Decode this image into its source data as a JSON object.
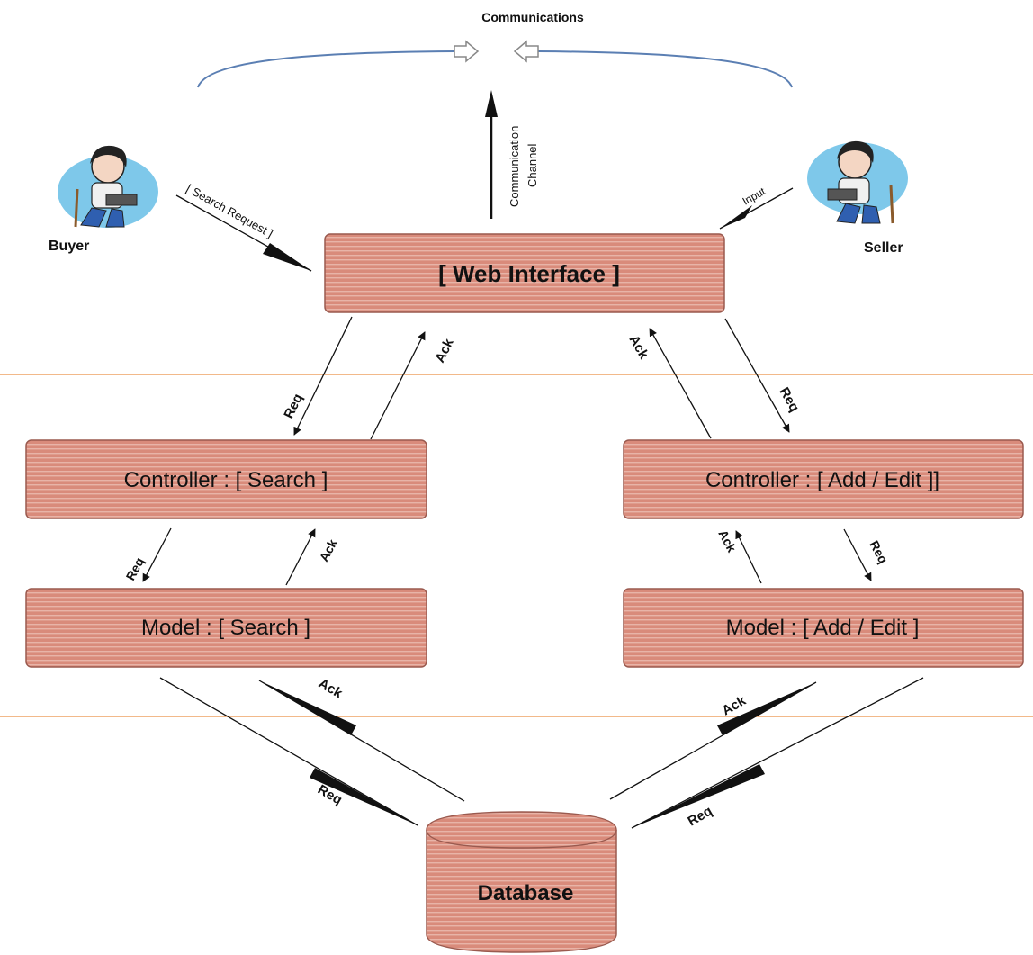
{
  "diagram": {
    "communications": "Communications",
    "communication_channel_line1": "Communication",
    "communication_channel_line2": "Channel",
    "buyer": "Buyer",
    "seller": "Seller",
    "search_request": "[ Search Request ]",
    "input": "Input",
    "web_interface": "[ Web Interface ]",
    "controller_search": "Controller : [ Search ]",
    "controller_add_edit": "Controller : [ Add / Edit ]]",
    "model_search": "Model : [ Search ]",
    "model_add_edit": "Model : [ Add / Edit ]",
    "database": "Database",
    "req": "Req",
    "ack": "Ack",
    "colors": {
      "box_fill": "#d98b7b",
      "box_stripe": "#e8b4a8",
      "box_stroke": "#9a5a4f",
      "layer_line": "#f2b98a",
      "comm_arc": "#5b7fb3",
      "person_circle": "#7ec8ea"
    }
  }
}
